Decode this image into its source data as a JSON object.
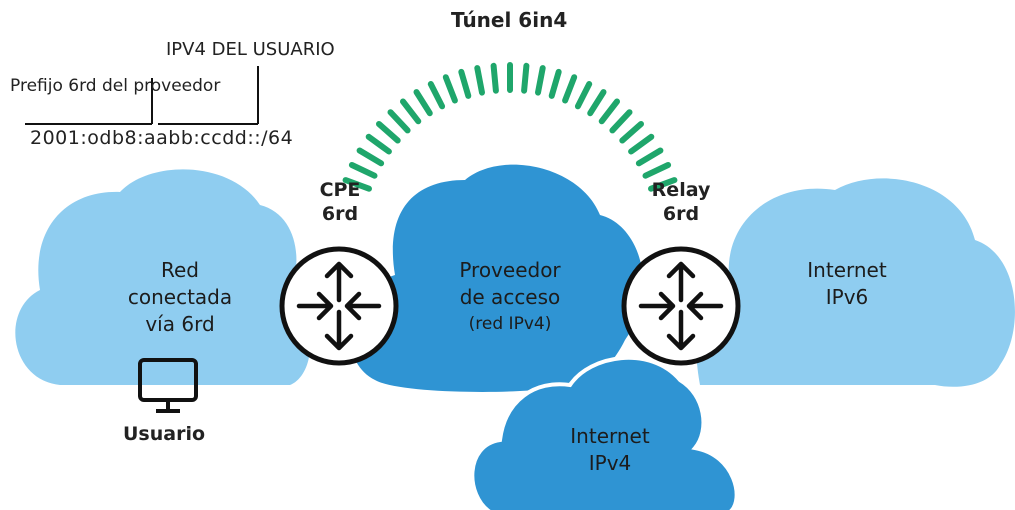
{
  "tunnel": {
    "label": "Túnel 6in4",
    "color": "#1fa66b"
  },
  "address": {
    "user_ipv4_label": "IPV4 DEL USUARIO",
    "prefix_label": "Prefijo 6rd del proveedor",
    "value": "2001:odb8:aabb:ccdd::/64"
  },
  "devices": {
    "cpe": {
      "line1": "CPE",
      "line2": "6rd"
    },
    "relay": {
      "line1": "Relay",
      "line2": "6rd"
    }
  },
  "clouds": {
    "user_network": {
      "line1": "Red",
      "line2": "conectada",
      "line3": "vía 6rd",
      "color": "#8fcdf0"
    },
    "provider": {
      "line1": "Proveedor",
      "line2": "de acceso",
      "line3": "(red IPv4)",
      "color": "#2f94d3"
    },
    "internet_ipv4": {
      "line1": "Internet",
      "line2": "IPv4",
      "color": "#2f94d3"
    },
    "internet_ipv6": {
      "line1": "Internet",
      "line2": "IPv6",
      "color": "#8fcdf0"
    }
  },
  "user": {
    "label": "Usuario",
    "icon": "monitor-icon"
  },
  "router_icon": "router-icon"
}
